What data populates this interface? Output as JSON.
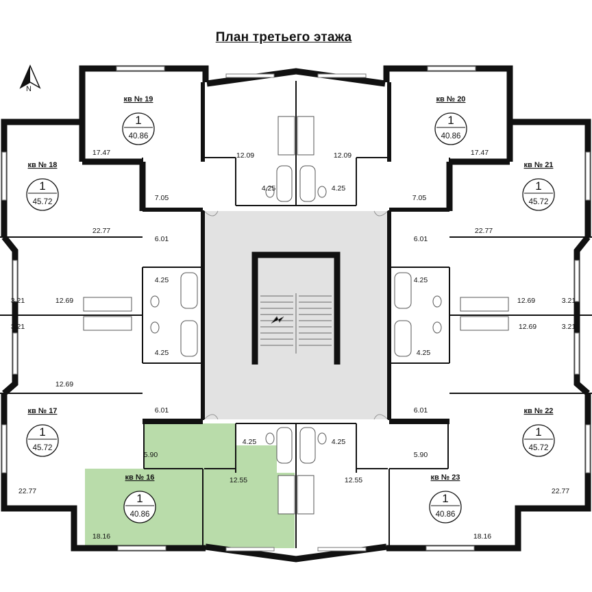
{
  "title": "План третьего этажа",
  "compass": {
    "letter": "N",
    "icon": "north-arrow-icon"
  },
  "colors": {
    "highlight": "#b9dcaa",
    "wall": "#111111",
    "core": "#e2e2e2"
  },
  "apartments": [
    {
      "number": "кв № 16",
      "rooms": "1",
      "area": "40.86",
      "highlighted": true
    },
    {
      "number": "кв № 17",
      "rooms": "1",
      "area": "45.72"
    },
    {
      "number": "кв № 18",
      "rooms": "1",
      "area": "45.72"
    },
    {
      "number": "кв № 19",
      "rooms": "1",
      "area": "40.86"
    },
    {
      "number": "кв № 20",
      "rooms": "1",
      "area": "40.86"
    },
    {
      "number": "кв № 21",
      "rooms": "1",
      "area": "45.72"
    },
    {
      "number": "кв № 22",
      "rooms": "1",
      "area": "45.72"
    },
    {
      "number": "кв № 23",
      "rooms": "1",
      "area": "40.86"
    }
  ],
  "room_areas": [
    "17.47",
    "12.09",
    "12.09",
    "17.47",
    "7.05",
    "4.25",
    "4.25",
    "7.05",
    "22.77",
    "22.77",
    "6.01",
    "6.01",
    "4.25",
    "4.25",
    "3.21",
    "12.69",
    "12.69",
    "3.21",
    "3.21",
    "12.69",
    "3.21",
    "4.25",
    "4.25",
    "12.69",
    "6.01",
    "6.01",
    "4.25",
    "4.25",
    "5.90",
    "5.90",
    "12.55",
    "12.55",
    "22.77",
    "22.77",
    "18.16",
    "18.16"
  ]
}
